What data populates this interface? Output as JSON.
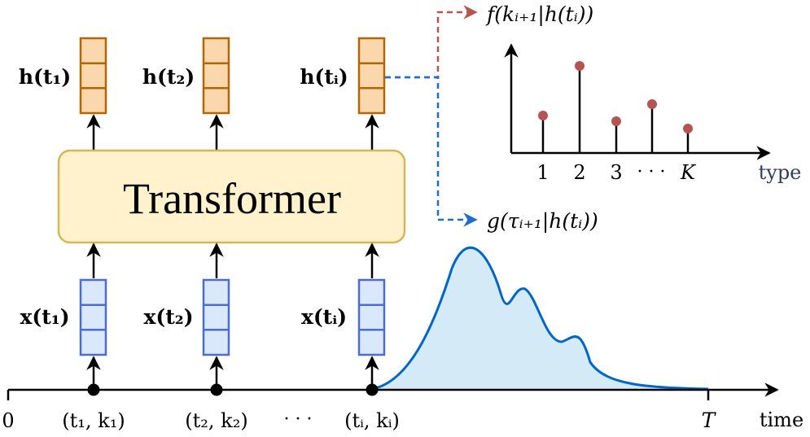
{
  "transformer": {
    "label": "Transformer"
  },
  "hidden_states": [
    {
      "label": "h(t₁)"
    },
    {
      "label": "h(t₂)"
    },
    {
      "label": "h(tᵢ)"
    }
  ],
  "inputs": [
    {
      "label": "x(t₁)"
    },
    {
      "label": "x(t₂)"
    },
    {
      "label": "x(tᵢ)"
    }
  ],
  "events": [
    {
      "label": "(t₁, k₁)"
    },
    {
      "label": "(t₂, k₂)"
    },
    {
      "label": "· · ·"
    },
    {
      "label": "(tᵢ, kᵢ)"
    }
  ],
  "time_axis": {
    "origin": "0",
    "end": "T",
    "label": "time"
  },
  "type_distribution": {
    "formula": "f(kᵢ₊₁|h(tᵢ))",
    "tick_labels": [
      "1",
      "2",
      "3",
      "· · ·",
      "K"
    ],
    "axis_label": "type"
  },
  "time_distribution": {
    "formula": "g(τᵢ₊₁|h(tᵢ))"
  },
  "colors": {
    "hidden_fill": "#fad7ac",
    "hidden_stroke": "#b46504",
    "input_fill": "#dae8fc",
    "input_stroke": "#4a6cd4",
    "transformer_fill": "#fff2cc",
    "transformer_stroke": "#d6b656",
    "density_fill": "#d4eaf7",
    "density_stroke": "#0066cc",
    "dot_color": "#b85450",
    "type_arrow": "#b85450",
    "time_arrow": "#1a6fd0"
  }
}
